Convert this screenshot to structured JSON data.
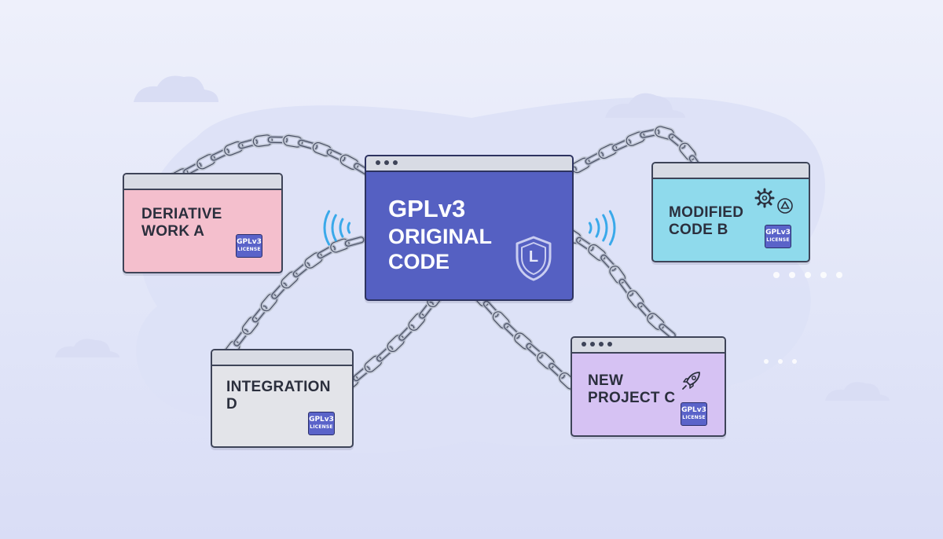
{
  "central": {
    "line1": "GPLv3",
    "line2": "ORIGINAL",
    "line3": "CODE",
    "shield_icon": "shield-icon",
    "shield_letter": "L"
  },
  "derivatives": [
    {
      "title": "DERIATIVE\nWORK A",
      "badge_top": "GPLv3",
      "badge_bottom": "LICENSE",
      "color": "#f4bfcd"
    },
    {
      "title": "MODIFIED\nCODE B",
      "badge_top": "GPLv3",
      "badge_bottom": "LICENSE",
      "color": "#8fdaec",
      "icons": [
        "gear-icon",
        "triangle-icon"
      ]
    },
    {
      "title": "NEW\nPROJECT C",
      "badge_top": "GPLv3",
      "badge_bottom": "LICENSE",
      "color": "#d6c2f3",
      "icons": [
        "rocket-icon"
      ]
    },
    {
      "title": "INTEGRATION\nD",
      "badge_top": "GPLv3",
      "badge_bottom": "LICENSE",
      "color": "#e3e4e9"
    }
  ],
  "colors": {
    "central": "#5560c2",
    "chain": "#c3c9d6",
    "signal": "#3aa9ea"
  }
}
